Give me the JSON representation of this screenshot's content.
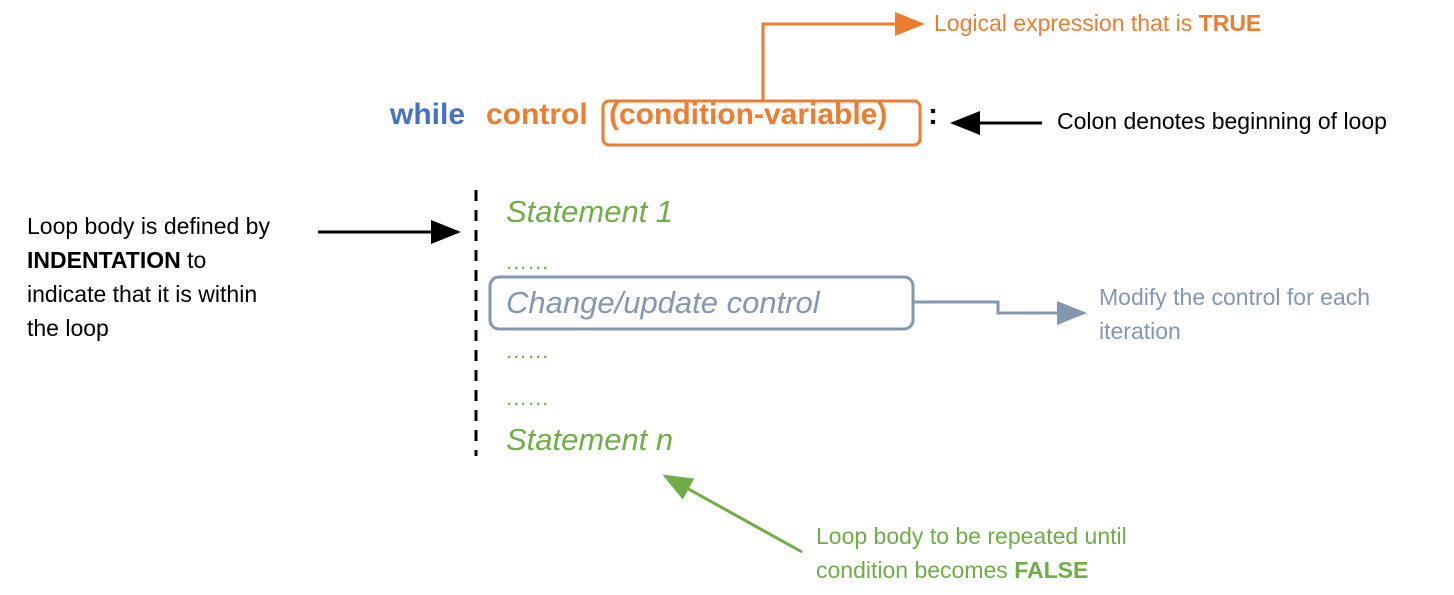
{
  "syntax": {
    "keyword": "while",
    "control": "control",
    "condition": "(condition-variable)",
    "colon": ":"
  },
  "annotations": {
    "true_prefix": "Logical expression that is ",
    "true_emph": "TRUE",
    "colon_note": "Colon denotes beginning of loop",
    "indent_l1": "Loop body is defined by",
    "indent_emph": "INDENTATION",
    "indent_l2_rest": " to",
    "indent_l3": "indicate that it is within",
    "indent_l4": "the loop",
    "modify_l1": "Modify the control for each",
    "modify_l2": "iteration",
    "repeat_l1": "Loop body to be repeated until",
    "repeat_prefix": "condition becomes ",
    "repeat_emph": "FALSE"
  },
  "body": {
    "statement1": "Statement 1",
    "dots": "……",
    "update": "Change/update control",
    "statementn": "Statement n"
  },
  "colors": {
    "keyword": "#4472c4",
    "condition": "#ed7d31",
    "body": "#70ad47",
    "update": "#8497b0"
  }
}
